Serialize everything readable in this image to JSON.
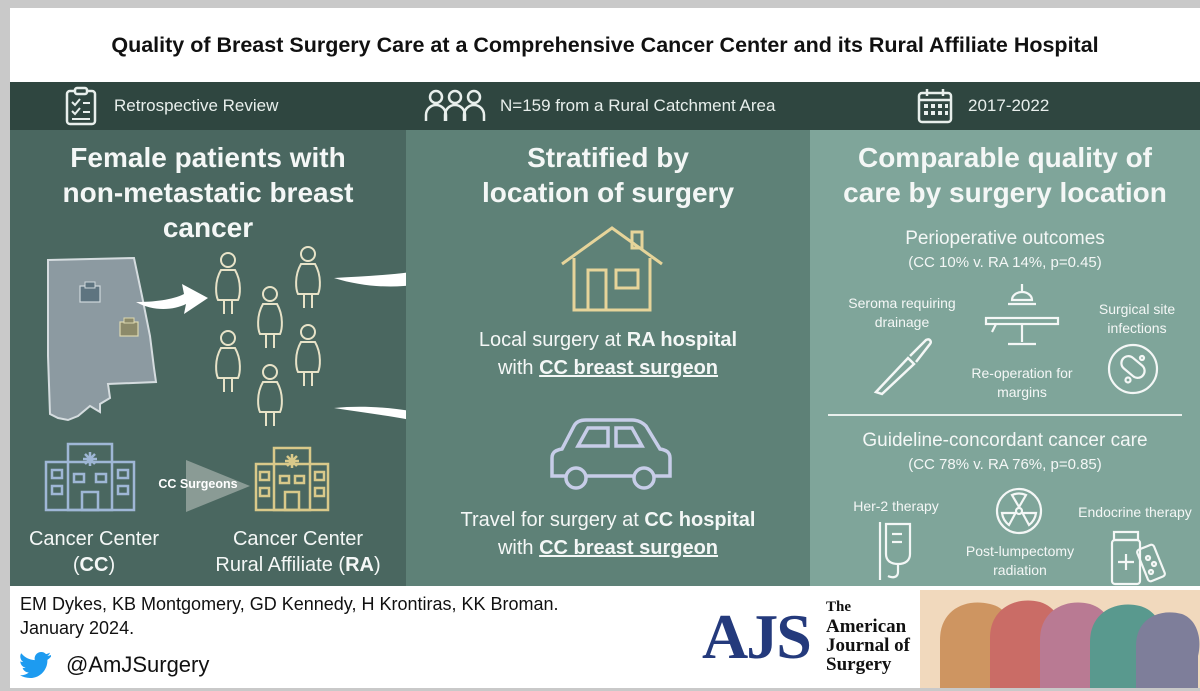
{
  "title": "Quality of Breast Surgery Care at a Comprehensive Cancer Center and its Rural Affiliate Hospital",
  "bar": {
    "item1": "Retrospective Review",
    "item2": "N=159 from a Rural Catchment Area",
    "item3": "2017-2022"
  },
  "col1": {
    "heading_l1": "Female patients with",
    "heading_l2": "non-metastatic breast",
    "heading_l3": "cancer",
    "arrow_label": "CC Surgeons",
    "cc_l1": "Cancer Center",
    "cc_l2a": "(",
    "cc_l2b": "CC",
    "cc_l2c": ")",
    "ra_l1": "Cancer Center",
    "ra_l2a": "Rural Affiliate (",
    "ra_l2b": "RA",
    "ra_l2c": ")"
  },
  "col2": {
    "heading_l1": "Stratified by",
    "heading_l2": "location of surgery",
    "local_a": "Local surgery at ",
    "local_b": "RA hospital",
    "local_c": "with ",
    "local_d": "CC breast surgeon",
    "travel_a": "Travel for surgery at ",
    "travel_b": "CC hospital",
    "travel_c": "with ",
    "travel_d": "CC breast surgeon"
  },
  "col3": {
    "heading_l1": "Comparable quality of",
    "heading_l2": "care by surgery location",
    "peri_title": "Perioperative outcomes",
    "peri_stats": "(CC 10% v. RA 14%, p=0.45)",
    "seroma_l1": "Seroma requiring",
    "seroma_l2": "drainage",
    "reop_l1": "Re-operation for",
    "reop_l2": "margins",
    "ssi_l1": "Surgical site",
    "ssi_l2": "infections",
    "guide_title": "Guideline-concordant cancer care",
    "guide_stats": "(CC 78% v. RA 76%, p=0.85)",
    "her2": "Her-2 therapy",
    "postlump_l1": "Post-lumpectomy",
    "postlump_l2": "radiation",
    "endo": "Endocrine therapy"
  },
  "footer": {
    "authors": "EM Dykes, KB Montgomery, GD Kennedy, H Krontiras, KK Broman.",
    "date": "January 2024.",
    "handle": "@AmJSurgery",
    "logo_ajs": "AJS",
    "logo_l1": "The",
    "logo_l2": "American",
    "logo_l3": "Journal of",
    "logo_l4": "Surgery"
  },
  "colors": {
    "bar": "#2f4640",
    "col1": "#4a6760",
    "col2": "#5e8177",
    "col3": "#7fa59a",
    "icon_line": "#e6d49a",
    "car": "#c7cde8",
    "ajs_blue": "#243a7c",
    "twitter": "#1d9bf0"
  }
}
